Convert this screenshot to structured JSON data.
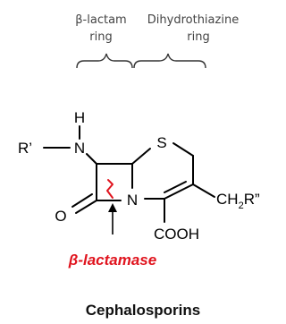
{
  "header": {
    "beta_lactam_line1": "β-lactam",
    "beta_lactam_line2": "ring",
    "dihydro_line1": "Dihydrothiazine",
    "dihydro_line2": "ring"
  },
  "atoms": {
    "h": "H",
    "r_prime": "R’",
    "n_amide": "N",
    "s": "S",
    "n_ring": "N",
    "o": "O",
    "ch": "CH",
    "ch_sub": "2",
    "r_double_prime": "R”",
    "cooh": "COOH"
  },
  "enzyme_label": "β-lactamase",
  "caption": "Cephalosporins",
  "colors": {
    "enzyme": "#e0141e",
    "cleavage_mark": "#e0141e"
  }
}
